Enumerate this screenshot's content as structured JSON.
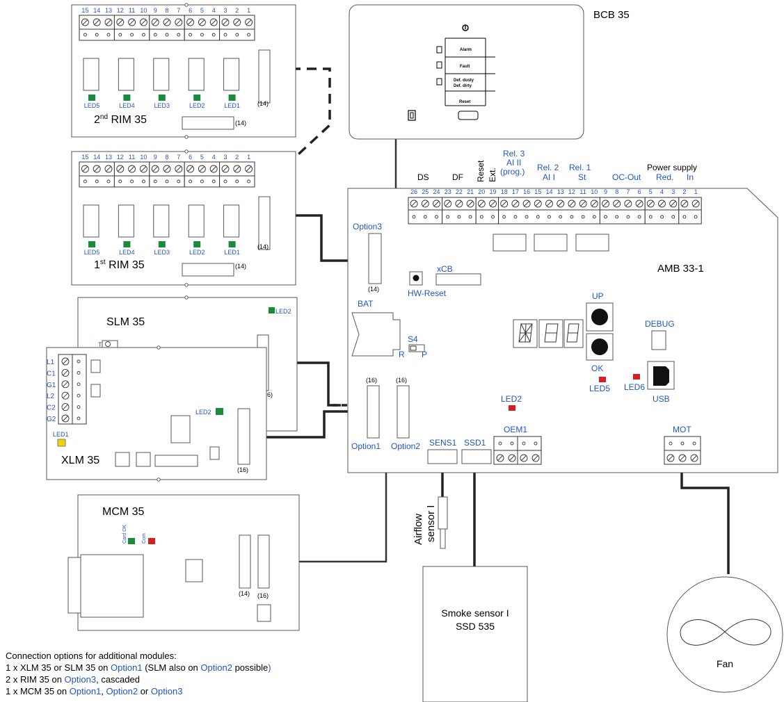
{
  "rim2": {
    "terminal_numbers": [
      "15",
      "14",
      "13",
      "12",
      "11",
      "10",
      "9",
      "8",
      "7",
      "6",
      "5",
      "4",
      "3",
      "2",
      "1"
    ],
    "leds": [
      "LED5",
      "LED4",
      "LED3",
      "LED2",
      "LED1"
    ],
    "connector_14": "(14)",
    "connector_14_b": "(14)",
    "title_prefix": "2",
    "title_sup": "nd",
    "title_rest": " RIM 35"
  },
  "rim1": {
    "terminal_numbers": [
      "15",
      "14",
      "13",
      "12",
      "11",
      "10",
      "9",
      "8",
      "7",
      "6",
      "5",
      "4",
      "3",
      "2",
      "1"
    ],
    "leds": [
      "LED5",
      "LED4",
      "LED3",
      "LED2",
      "LED1"
    ],
    "connector_14": "(14)",
    "connector_14_b": "(14)",
    "title_prefix": "1",
    "title_sup": "st",
    "title_rest": " RIM 35"
  },
  "bcb": {
    "title": "BCB 35",
    "buttons": [
      "Alarm",
      "Fault",
      "Def. dusty\nDef. dirty",
      "Reset"
    ]
  },
  "amb": {
    "title": "AMB 33-1",
    "group_labels": {
      "ds": "DS",
      "df": "DF",
      "reset": "Reset",
      "ext": "Ext.",
      "rel3": "Rel. 3",
      "ai2": "AI II",
      "prog": "(prog.)",
      "rel2": "Rel. 2",
      "ai1": "AI I",
      "rel1": "Rel. 1",
      "st": "St",
      "oc_out": "OC-Out",
      "power_supply": "Power supply",
      "red": "Red.",
      "in": "In"
    },
    "terminal_numbers": [
      "26",
      "25",
      "24",
      "23",
      "22",
      "21",
      "20",
      "19",
      "18",
      "17",
      "16",
      "15",
      "14",
      "13",
      "12",
      "11",
      "10",
      "9",
      "8",
      "7",
      "6",
      "5",
      "4",
      "3",
      "2",
      "1"
    ],
    "option3": "Option3",
    "option3_pins": "(14)",
    "xcb": "xCB",
    "hw_reset": "HW-Reset",
    "bat": "BAT",
    "s4": "S4",
    "s4_r": "R",
    "s4_p": "P",
    "up": "UP",
    "ok": "OK",
    "debug": "DEBUG",
    "led5": "LED5",
    "led6": "LED6",
    "usb": "USB",
    "led2": "LED2",
    "option1_pins": "(16)",
    "option2_pins": "(16)",
    "option1": "Option1",
    "option2": "Option2",
    "sens1": "SENS1",
    "ssd1": "SSD1",
    "oem1": "OEM1",
    "mot": "MOT"
  },
  "slm": {
    "title": "SLM 35",
    "led2": "LED2",
    "t_label": "T"
  },
  "xlm": {
    "title": "XLM 35",
    "terminals": [
      "L1",
      "C1",
      "G1",
      "L2",
      "C2",
      "G2"
    ],
    "led2": "LED2",
    "led1": "LED1",
    "connector": "(16)",
    "slm_edge": "6)"
  },
  "mcm": {
    "title": "MCM 35",
    "card_ok": "Card OK",
    "com": "Com",
    "conn14": "(14)",
    "conn16": "(16)"
  },
  "airflow": {
    "line1": "Airflow",
    "line2": "sensor I"
  },
  "smoke": {
    "line1": "Smoke sensor I",
    "line2": "SSD 535"
  },
  "fan": {
    "label": "Fan"
  },
  "notes": {
    "heading": "Connection options for additional modules:",
    "l1_a": "1 x XLM 35 or SLM 35 on ",
    "l1_b": "Option1",
    "l1_c": " (SLM also on ",
    "l1_d": "Option2",
    "l1_e": " possible",
    "l1_f": ")",
    "l2_a": "2 x RIM 35 on ",
    "l2_b": "Option3",
    "l2_c": ", cascaded",
    "l3_a": "1 x MCM 35 on ",
    "l3_b": "Option1",
    "l3_c": ", ",
    "l3_d": "Option2",
    "l3_e": " or ",
    "l3_f": "Option3"
  },
  "colors": {
    "label_blue": "#2255c4",
    "led_green": "#1a8a3c",
    "led_red": "#d42020",
    "led_yellow": "#f2d200",
    "cable": "#222222"
  }
}
